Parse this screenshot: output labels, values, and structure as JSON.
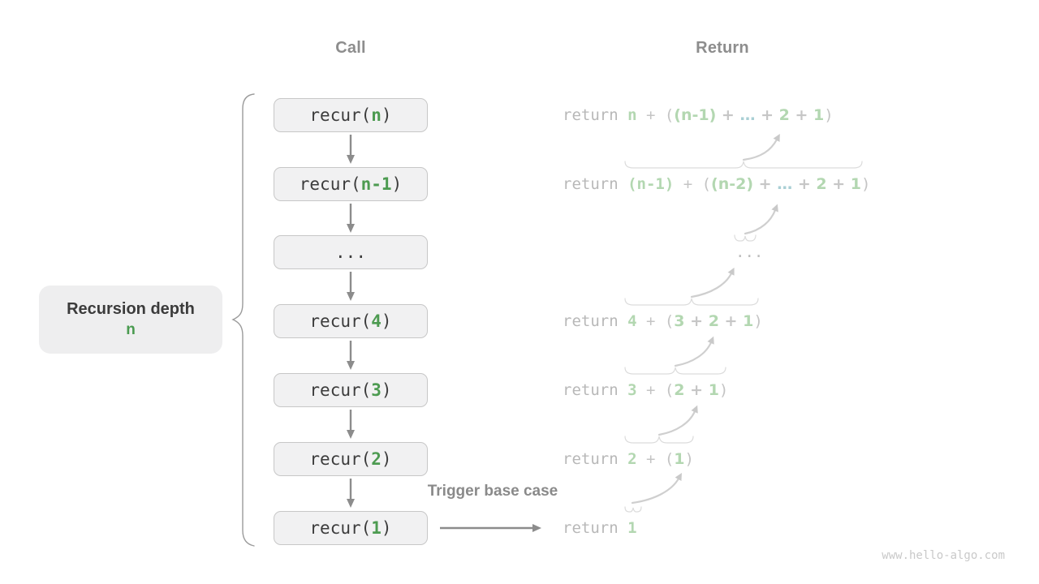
{
  "headers": {
    "call": "Call",
    "return": "Return"
  },
  "depth_label": {
    "title": "Recursion depth",
    "value": "n"
  },
  "trigger_label": "Trigger base case",
  "watermark": "www.hello-algo.com",
  "call_stack": [
    {
      "pre": "recur(",
      "arg": "n",
      "post": ")"
    },
    {
      "pre": "recur(",
      "arg": "n-1",
      "post": ")"
    },
    {
      "pre": "...",
      "arg": "",
      "post": ""
    },
    {
      "pre": "recur(",
      "arg": "4",
      "post": ")"
    },
    {
      "pre": "recur(",
      "arg": "3",
      "post": ")"
    },
    {
      "pre": "recur(",
      "arg": "2",
      "post": ")"
    },
    {
      "pre": "recur(",
      "arg": "1",
      "post": ")"
    }
  ],
  "returns": {
    "rows": [
      {
        "segs": [
          {
            "t": "return "
          },
          {
            "t": "n"
          },
          {
            "t": " + ("
          },
          {
            "t": "(n-1)"
          },
          {
            "t": " + "
          },
          {
            "t": "…"
          },
          {
            "t": " + "
          },
          {
            "t": "2"
          },
          {
            "t": " + "
          },
          {
            "t": "1"
          },
          {
            "t": ")"
          }
        ]
      },
      {
        "segs": [
          {
            "t": "return "
          },
          {
            "t": "(n-1)"
          },
          {
            "t": " + ("
          },
          {
            "t": "(n-2)"
          },
          {
            "t": " + "
          },
          {
            "t": "…"
          },
          {
            "t": " + "
          },
          {
            "t": "2"
          },
          {
            "t": " + "
          },
          {
            "t": "1"
          },
          {
            "t": ")"
          }
        ]
      },
      {
        "segs": [
          {
            "t": "..."
          }
        ]
      },
      {
        "segs": [
          {
            "t": "return "
          },
          {
            "t": "4"
          },
          {
            "t": " + ("
          },
          {
            "t": "3"
          },
          {
            "t": " + "
          },
          {
            "t": "2"
          },
          {
            "t": " + "
          },
          {
            "t": "1"
          },
          {
            "t": ")"
          }
        ]
      },
      {
        "segs": [
          {
            "t": "return "
          },
          {
            "t": "3"
          },
          {
            "t": " + ("
          },
          {
            "t": "2"
          },
          {
            "t": " + "
          },
          {
            "t": "1"
          },
          {
            "t": ")"
          }
        ]
      },
      {
        "segs": [
          {
            "t": "return "
          },
          {
            "t": "2"
          },
          {
            "t": " + ("
          },
          {
            "t": "1"
          },
          {
            "t": ")"
          }
        ]
      },
      {
        "segs": [
          {
            "t": "return "
          },
          {
            "t": "1"
          }
        ]
      }
    ]
  },
  "colors": {
    "call_green": "#4d9b51",
    "return_green": "#b3d7b1",
    "return_ellipsis_teal": "#a9cfd4",
    "return_gray": "#b8b8b8",
    "label_gray": "#8b8b8b",
    "box_fill": "#f1f1f2",
    "box_border": "#c7c7c7",
    "box_text": "#3c3c3c",
    "arrow_gray": "#8c8c8c",
    "light_line_gray": "#cfcfcf",
    "background": "#ffffff"
  }
}
